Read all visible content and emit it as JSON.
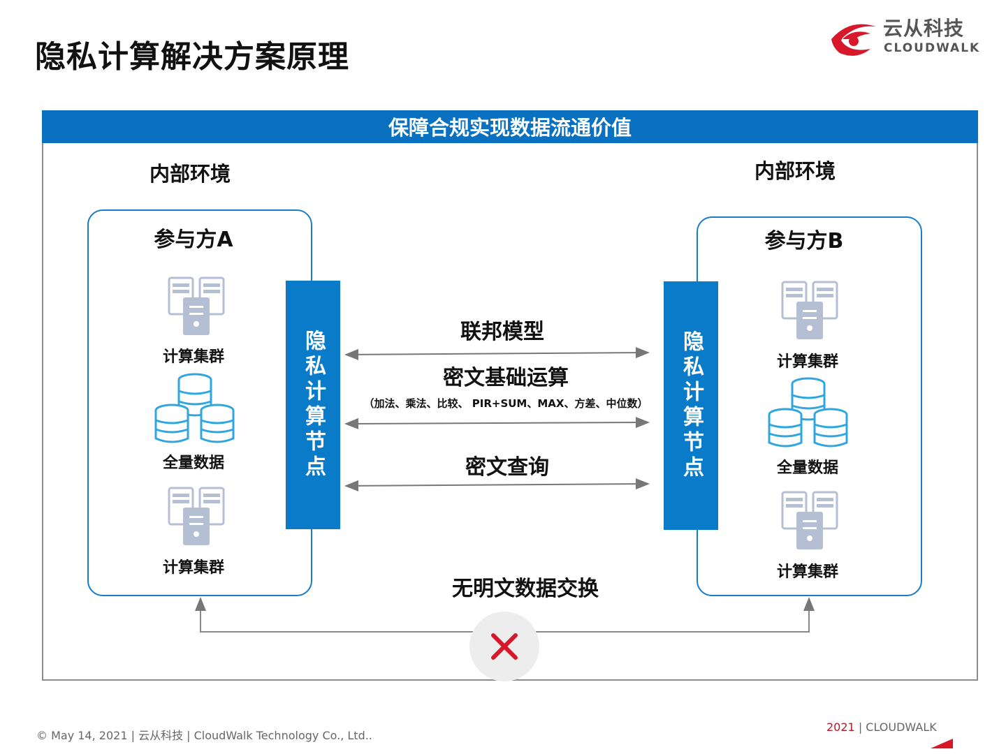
{
  "title": "隐私计算解决方案原理",
  "logo": {
    "cn": "云从科技",
    "en": "CLOUDWALK"
  },
  "banner": "保障合规实现数据流通价值",
  "left": {
    "env": "内部环境",
    "party": "参与方A",
    "items": [
      "计算集群",
      "全量数据",
      "计算集群"
    ],
    "node": "隐私计算节点"
  },
  "right": {
    "env": "内部环境",
    "party": "参与方B",
    "items": [
      "计算集群",
      "全量数据",
      "计算集群"
    ],
    "node": "隐私计算节点"
  },
  "flows": {
    "federated": "联邦模型",
    "cipher_ops": "密文基础运算",
    "cipher_ops_detail": "（加法、乘法、比较、 PIR+SUM、MAX、方差、中位数）",
    "cipher_query": "密文查询"
  },
  "no_exchange": "无明文数据交换",
  "footer": {
    "left": "© May 14, 2021 | 云从科技 | CloudWalk Technology Co., Ltd..",
    "year": "2021",
    "brand": "| CLOUDWALK"
  },
  "colors": {
    "blue": "#0a70c0",
    "red": "#d7182a"
  }
}
